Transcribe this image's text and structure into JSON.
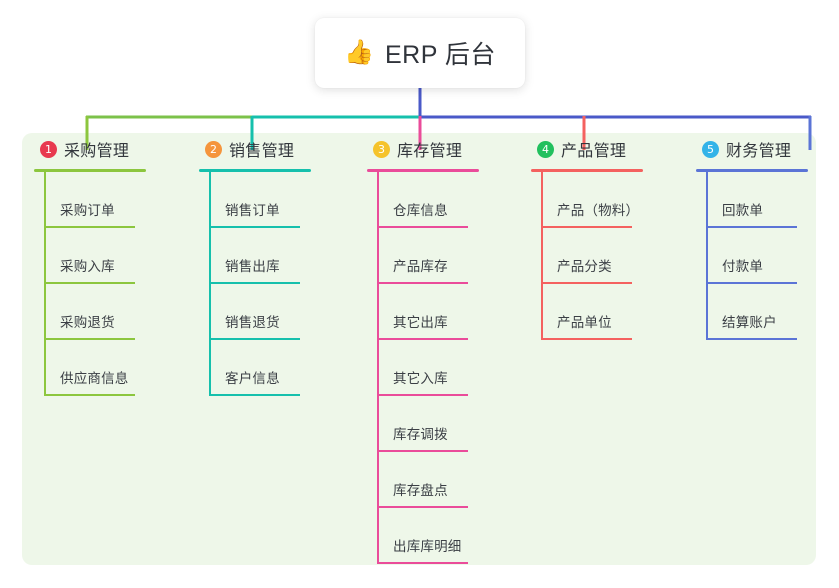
{
  "root": {
    "icon": "thumbs-up-icon",
    "icon_glyph": "👍",
    "title": "ERP 后台"
  },
  "theme": {
    "panel_bg": "#eef7e9",
    "page_bg": "#ffffff",
    "root_stem": "#4a59c8",
    "bus_segments": [
      "#7cc24a",
      "#16c0ac",
      "#4a59c8"
    ]
  },
  "columns": [
    {
      "number": "1",
      "badge_color": "#e8394f",
      "line_color": "#8cc63e",
      "title": "采购管理",
      "items": [
        "采购订单",
        "采购入库",
        "采购退货",
        "供应商信息"
      ]
    },
    {
      "number": "2",
      "badge_color": "#f5953c",
      "line_color": "#16c0ac",
      "title": "销售管理",
      "items": [
        "销售订单",
        "销售出库",
        "销售退货",
        "客户信息"
      ]
    },
    {
      "number": "3",
      "badge_color": "#f5c32b",
      "line_color": "#ea4c9a",
      "title": "库存管理",
      "items": [
        "仓库信息",
        "产品库存",
        "其它出库",
        "其它入库",
        "库存调拨",
        "库存盘点",
        "出库库明细"
      ]
    },
    {
      "number": "4",
      "badge_color": "#22c05e",
      "line_color": "#f4615f",
      "title": "产品管理",
      "items": [
        "产品（物料）",
        "产品分类",
        "产品单位"
      ]
    },
    {
      "number": "5",
      "badge_color": "#33b3e8",
      "line_color": "#5b74d6",
      "title": "财务管理",
      "items": [
        "回款单",
        "付款单",
        "结算账户"
      ]
    }
  ]
}
